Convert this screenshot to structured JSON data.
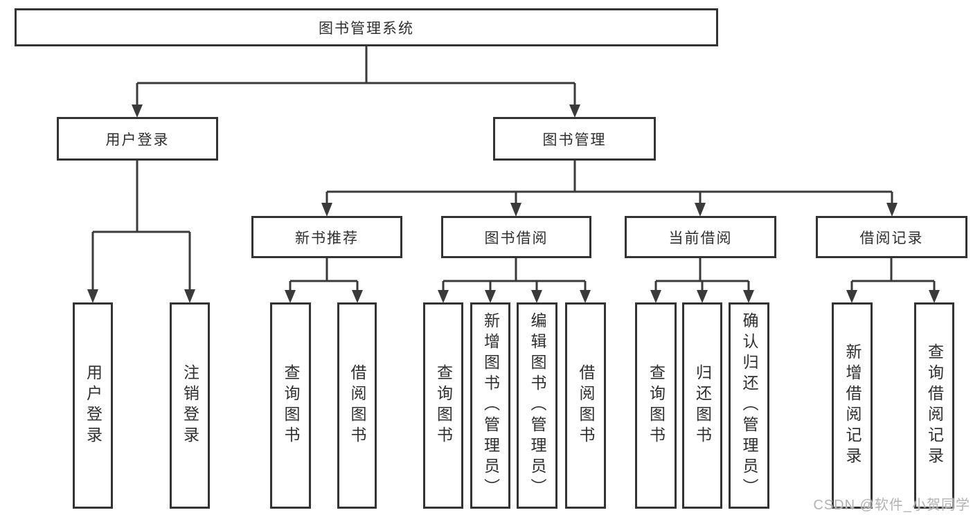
{
  "diagram": {
    "title": "图书管理系统",
    "type": "hierarchy-tree",
    "colors": {
      "line": "#3a3a3a",
      "box_border": "#333333",
      "box_fill": "#ffffff",
      "text": "#2f2f2f",
      "watermark": "#b2b2b2",
      "background": "#ffffff"
    }
  },
  "tree": {
    "root": {
      "label": "图书管理系统"
    },
    "branches": [
      {
        "label": "用户登录",
        "children": [
          {
            "label": "用户登录"
          },
          {
            "label": "注销登录"
          }
        ]
      },
      {
        "label": "图书管理",
        "children": [
          {
            "label": "新书推荐",
            "children": [
              {
                "label": "查询图书"
              },
              {
                "label": "借阅图书"
              }
            ]
          },
          {
            "label": "图书借阅",
            "children": [
              {
                "label": "查询图书"
              },
              {
                "label": "新增图书（管理员）"
              },
              {
                "label": "编辑图书（管理员）"
              },
              {
                "label": "借阅图书"
              }
            ]
          },
          {
            "label": "当前借阅",
            "children": [
              {
                "label": "查询图书"
              },
              {
                "label": "归还图书"
              },
              {
                "label": "确认归还（管理员）"
              }
            ]
          },
          {
            "label": "借阅记录",
            "children": [
              {
                "label": "新增借阅记录"
              },
              {
                "label": "查询借阅记录"
              }
            ]
          }
        ]
      }
    ]
  },
  "watermark": {
    "text": "CSDN @软件_小贺同学"
  }
}
